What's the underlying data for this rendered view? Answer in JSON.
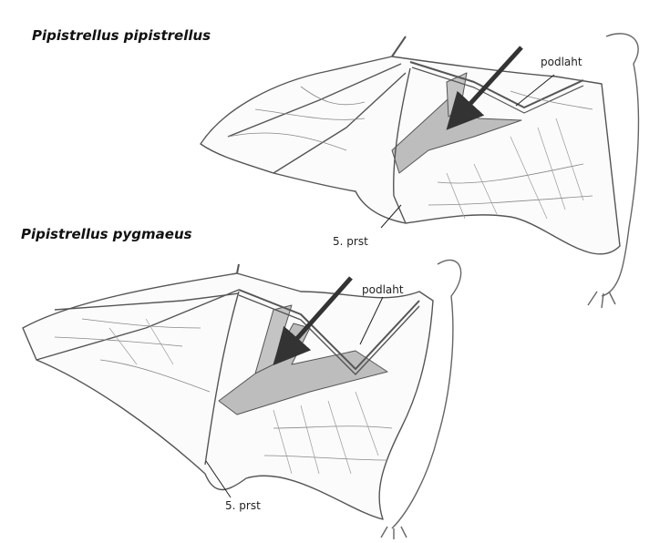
{
  "figures": [
    {
      "species": "Pipistrellus pipistrellus",
      "label_forearm": "podlaht",
      "label_fifth_finger": "5. prst"
    },
    {
      "species": "Pipistrellus pygmaeus",
      "label_forearm": "podlaht",
      "label_fifth_finger": "5. prst"
    }
  ],
  "colors": {
    "highlight": "#bdbdbd",
    "stroke": "#555555",
    "arrow": "#333333"
  }
}
